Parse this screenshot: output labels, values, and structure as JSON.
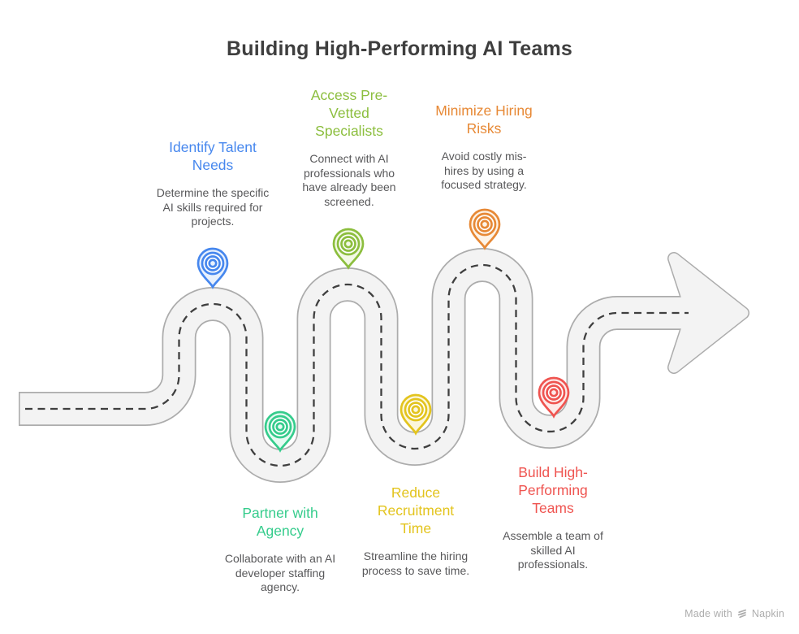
{
  "title": "Building High-Performing AI Teams",
  "title_color": "#3E3E3E",
  "description_color": "#58585A",
  "road": {
    "fill_color": "#F3F3F3",
    "border_color": "#ACACAC",
    "dash_color": "#3F3F3F"
  },
  "steps": [
    {
      "name": "Identify Talent Needs",
      "description": "Determine the specific AI skills required for projects.",
      "color": "#4687EE",
      "tint": "#E8F1FD",
      "icon": "map-pin-icon"
    },
    {
      "name": "Access Pre-Vetted Specialists",
      "description": "Connect with AI professionals who have already been screened.",
      "color": "#8CBE3E",
      "tint": "#F3F9E6",
      "icon": "map-pin-icon"
    },
    {
      "name": "Minimize Hiring Risks",
      "description": "Avoid costly mis-hires by using a focused strategy.",
      "color": "#E78936",
      "tint": "#FDF3E7",
      "icon": "map-pin-icon"
    },
    {
      "name": "Partner with Agency",
      "description": "Collaborate with an AI developer staffing agency.",
      "color": "#35CC8C",
      "tint": "#E7FAF2",
      "icon": "map-pin-icon"
    },
    {
      "name": "Reduce Recruitment Time",
      "description": "Streamline the hiring process to save time.",
      "color": "#E3C41E",
      "tint": "#FBF6DC",
      "icon": "map-pin-icon"
    },
    {
      "name": "Build High-Performing Teams",
      "description": "Assemble a team of skilled AI professionals.",
      "color": "#EF5450",
      "tint": "#FDEAE9",
      "icon": "map-pin-icon"
    }
  ],
  "watermark": {
    "text": "Made with",
    "brand": "Napkin",
    "color": "#ADADAD",
    "logo_icon": "napkin-logo-icon"
  }
}
